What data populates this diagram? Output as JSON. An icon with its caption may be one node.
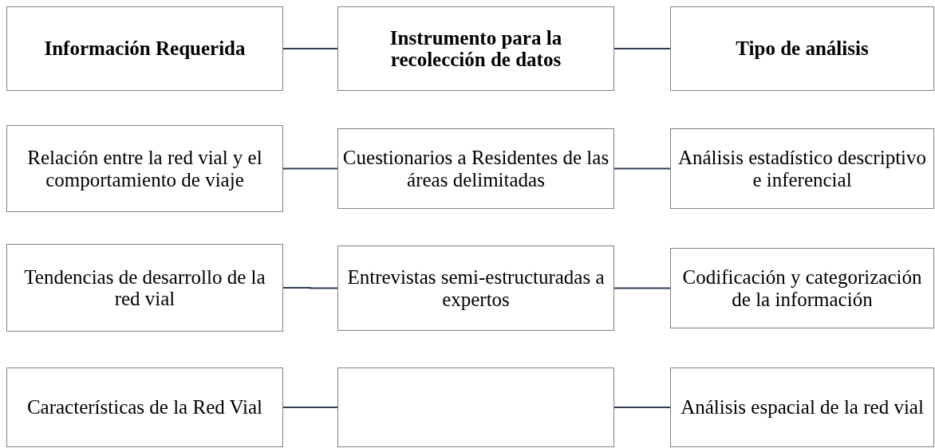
{
  "diagram": {
    "nodes": [
      {
        "text": [
          "Información Requerida"
        ]
      },
      {
        "text": [
          "Instrumento para la recolección de datos"
        ]
      },
      {
        "text": [
          "Tipo de análisis"
        ]
      },
      {
        "text": [
          "Relación entre la red vial y el comportamiento de viaje"
        ]
      },
      {
        "text": [
          "Cuestionarios a Residentes de las áreas delimitadas"
        ]
      },
      {
        "text": [
          "Análisis estadístico descriptivo e inferencial"
        ]
      },
      {
        "text": [
          "Tendencias de desarrollo de la red vial"
        ]
      },
      {
        "text": [
          "Entrevistas semi-estructuradas a expertos"
        ]
      },
      {
        "text": [
          "Codificación y categorización de la información"
        ]
      },
      {
        "text": [
          "Características de la Red Vial"
        ]
      },
      {
        "text": [],
        "shape": "box"
      },
      {
        "text": [
          "Análisis espacial de la red vial"
        ]
      }
    ],
    "edges": [
      {
        "from": 0,
        "to": 1,
        "arrow": "none"
      },
      {
        "from": 1,
        "to": 2,
        "arrow": "none"
      },
      {
        "from": 3,
        "to": 4,
        "arrow": "none"
      },
      {
        "from": 4,
        "to": 5,
        "arrow": "none"
      },
      {
        "from": 6,
        "to": 7,
        "arrow": "none"
      },
      {
        "from": 7,
        "to": 8,
        "arrow": "none"
      },
      {
        "from": 9,
        "to": 10,
        "arrow": "none"
      },
      {
        "from": 10,
        "to": 11,
        "arrow": "none"
      }
    ]
  }
}
